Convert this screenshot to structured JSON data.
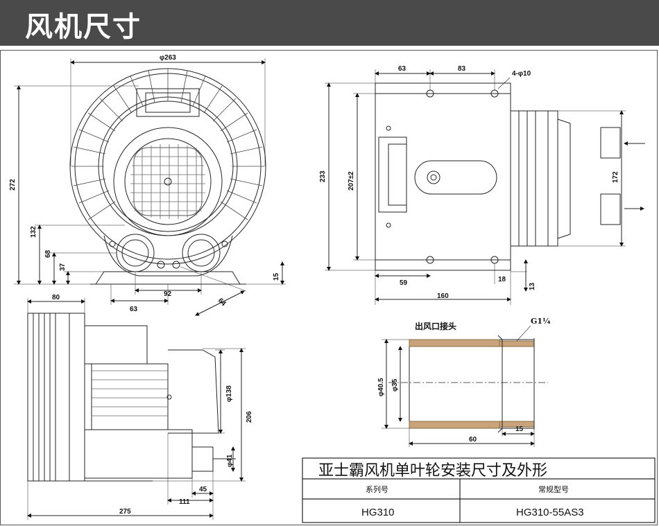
{
  "header": {
    "title": "风机尺寸"
  },
  "front_view": {
    "dim_263": "φ263",
    "dim_272": "272",
    "dim_132": "132",
    "dim_68": "68",
    "dim_37": "37",
    "dim_15": "15",
    "dim_63": "63",
    "dim_92": "92",
    "dim_64": "64"
  },
  "side_view": {
    "dim_63": "63",
    "dim_83": "83",
    "dim_holes": "4-φ10",
    "dim_233": "233",
    "dim_207": "207±2",
    "dim_172": "172",
    "dim_59": "59",
    "dim_18": "18",
    "dim_13": "13",
    "dim_160": "160"
  },
  "bottom_view": {
    "dim_80": "80",
    "dim_138": "φ138",
    "dim_206": "206",
    "dim_41": "φ41",
    "dim_45": "45",
    "dim_111": "111",
    "dim_275": "275"
  },
  "connector": {
    "title": "出风口接头",
    "thread": "G1¼",
    "dim_40_5": "φ40.5",
    "dim_35": "φ35",
    "dim_15": "15",
    "dim_60": "60"
  },
  "spec_table": {
    "title": "亚士霸风机单叶轮安装尺寸及外形",
    "col_series": "系列号",
    "col_model": "常规型号",
    "series_value": "HG310",
    "model_value": "HG310-55AS3"
  }
}
